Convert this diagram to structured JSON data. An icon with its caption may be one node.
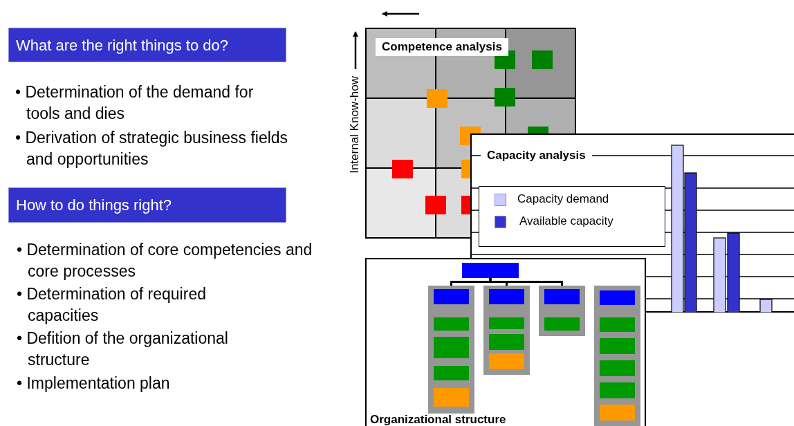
{
  "diagram": {
    "nodes": [
      {
        "text": [
          "What are the right things to do?"
        ]
      },
      {
        "text": [
          "How to do things right?"
        ]
      },
      {
        "text": [
          "Competence analysis"
        ]
      },
      {
        "text": [
          "Capacity analysis"
        ]
      },
      {
        "text": [
          "Organizational structure"
        ]
      },
      {
        "text": [],
        "shape": "box",
        "in": 4
      },
      {
        "text": [],
        "shape": "box",
        "in": 4
      },
      {
        "text": [],
        "shape": "box",
        "in": 4
      },
      {
        "text": [],
        "shape": "box",
        "in": 4
      },
      {
        "text": [],
        "shape": "box",
        "in": 4
      }
    ],
    "edges": [
      {
        "from": 5,
        "to": 6,
        "arrow": "none"
      },
      {
        "from": 5,
        "to": 7,
        "arrow": "none"
      },
      {
        "from": 5,
        "to": 8,
        "arrow": "none"
      }
    ],
    "labels": [
      "• Determination of the demand for tools and dies",
      "• Derivation of strategic business fields and opportunities",
      "• Determination of core competencies and core processes",
      "• Determination of required capacities",
      "• Defition of the organizational structure",
      "• Implementation plan",
      "Internal Know-how"
    ],
    "legend": [
      {
        "text": "Capacity demand",
        "color": "#ccccff"
      },
      {
        "text": "Available capacity",
        "color": "#3333cc"
      }
    ]
  }
}
